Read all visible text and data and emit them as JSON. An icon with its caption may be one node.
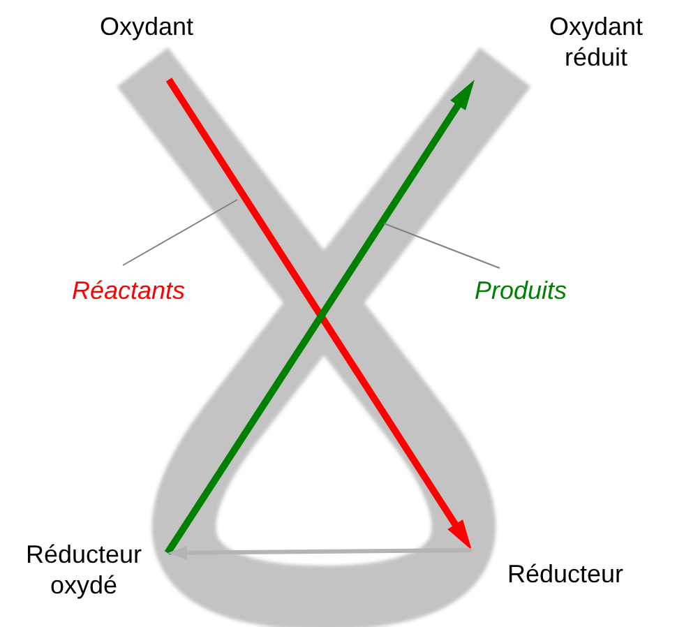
{
  "diagram": {
    "nodes": [
      {
        "text": [
          "Oxydant"
        ]
      },
      {
        "text": [
          "Oxydant réduit"
        ]
      },
      {
        "text": [
          "Réducteur oxydé"
        ]
      },
      {
        "text": [
          "Réducteur"
        ]
      },
      {
        "text": [
          "Réactants"
        ]
      },
      {
        "text": [
          "Produits"
        ]
      }
    ],
    "edges": [
      {
        "from": 0,
        "to": 3,
        "arrow": "to",
        "color": "#ff0000"
      },
      {
        "from": 2,
        "to": 1,
        "arrow": "to",
        "color": "#008000"
      },
      {
        "from": 3,
        "to": 2,
        "arrow": "to",
        "color": "#b4b4b4"
      },
      {
        "from": 4,
        "to": null,
        "arrow": "none",
        "color": "#808080"
      },
      {
        "from": 5,
        "to": null,
        "arrow": "none",
        "color": "#808080"
      }
    ]
  }
}
